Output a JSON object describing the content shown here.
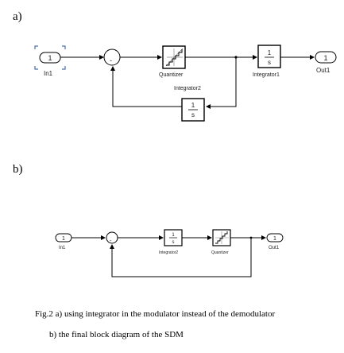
{
  "part_a": {
    "label": "a)",
    "in_port": {
      "number": "1",
      "name": "In1"
    },
    "sum_sign": "-",
    "quantizer": {
      "name": "Quantizer"
    },
    "integrator1": {
      "num": "1",
      "den": "s",
      "name": "Integrator1"
    },
    "integrator2": {
      "num": "1",
      "den": "s",
      "name": "Integrator2"
    },
    "out_port": {
      "number": "1",
      "name": "Out1"
    }
  },
  "part_b": {
    "label": "b)",
    "in_port": {
      "number": "1",
      "name": "In1"
    },
    "sum_sign": "-",
    "integrator2": {
      "num": "1",
      "den": "s",
      "name": "Integrator2"
    },
    "quantizer": {
      "name": "Quantizer"
    },
    "out_port": {
      "number": "1",
      "name": "Out1"
    }
  },
  "caption": {
    "line1": "Fig.2 a) using integrator in the modulator instead of the demodulator",
    "line2": "b) the final block diagram of the SDM"
  }
}
